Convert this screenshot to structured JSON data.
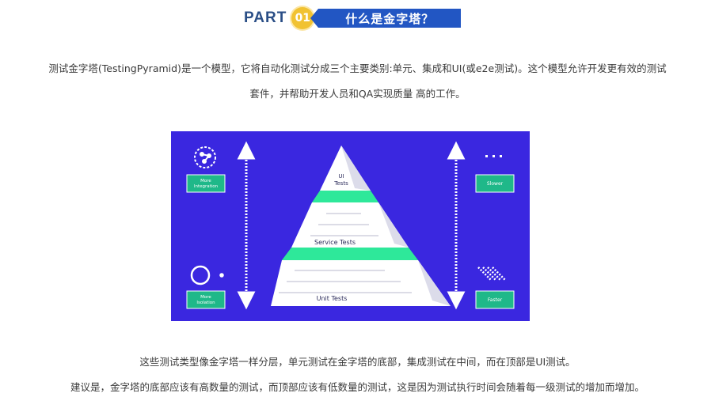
{
  "header": {
    "part_label": "PART",
    "part_number": "01",
    "title": "什么是金字塔？"
  },
  "intro": {
    "line1": "测试金字塔(TestingPyramid)是一个模型，它将自动化测试分成三个主要类别:单元、集成和UI(或e2e测试)。这个模型允许开发更有效的测试",
    "line2": "套件，并帮助开发人员和QA实现质量 高的工作。"
  },
  "figure": {
    "left_top_label": [
      "More",
      "Integration"
    ],
    "left_bottom_label": [
      "More",
      "Isolation"
    ],
    "right_top_label": "Slower",
    "right_bottom_label": "Faster",
    "tiers": {
      "top": [
        "UI",
        "Tests"
      ],
      "middle": "Service Tests",
      "bottom": "Unit Tests"
    },
    "colors": {
      "background": "#3a27e0",
      "accent": "#2ee89a",
      "label_box": "#1fb889"
    }
  },
  "outro": {
    "line1": "这些测试类型像金字塔一样分层，单元测试在金字塔的底部，集成测试在中间，而在顶部是UI测试。",
    "line2": "建议是，金字塔的底部应该有高数量的测试，而顶部应该有低数量的测试，这是因为测试执行时间会随着每一级测试的增加而增加。"
  }
}
